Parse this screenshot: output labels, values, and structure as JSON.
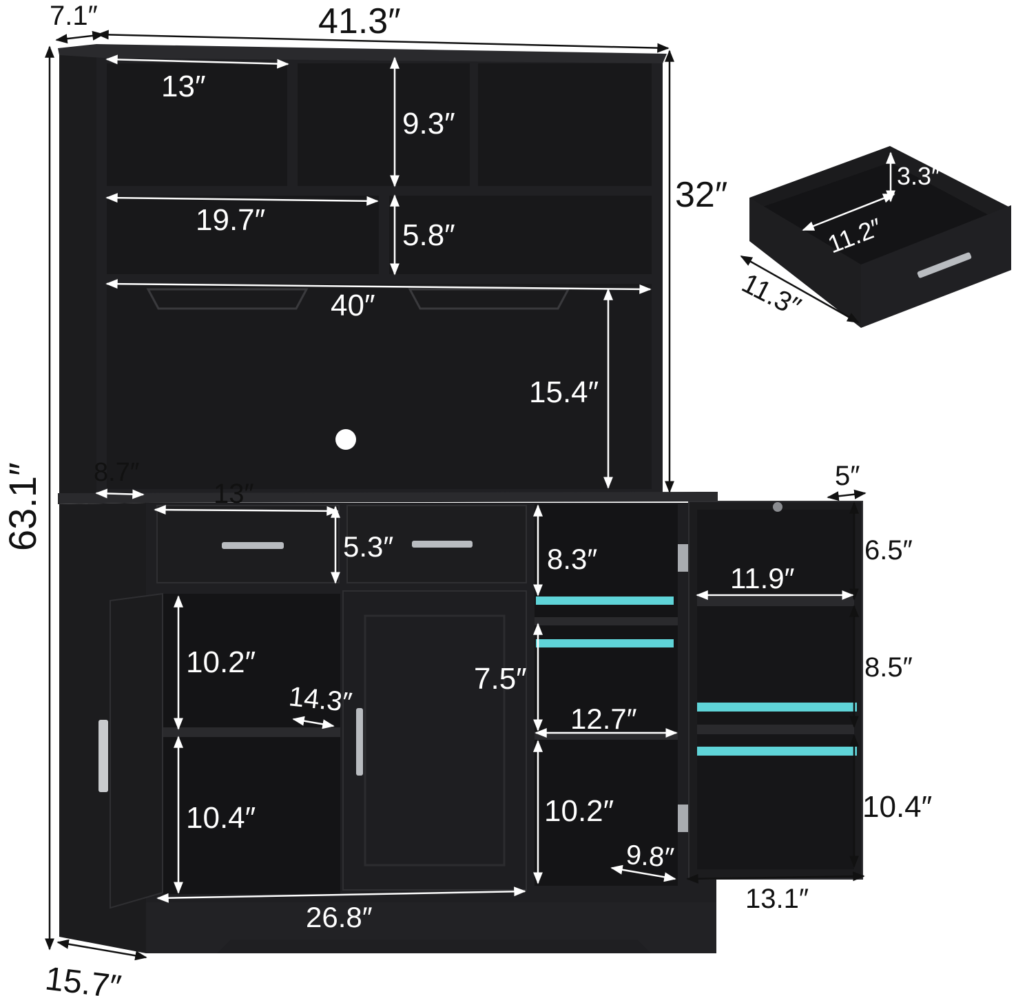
{
  "colors": {
    "cabinet": "#1e1e20",
    "cabinet_edge": "#2c2c2f",
    "interior": "#161618",
    "panel": "#232326",
    "dimension_line": "#111111",
    "dimension_line_light": "#ffffff",
    "handle": "#b9bcc0",
    "led_strip": "#5fd4d8",
    "background": "#ffffff"
  },
  "dimensions": {
    "top_depth": "7.1″",
    "overall_width": "41.3″",
    "upper_height": "32″",
    "overall_height": "63.1″",
    "bottom_depth": "15.7″",
    "cubby_width": "13″",
    "cubby_height": "9.3″",
    "mid_shelf_width": "19.7″",
    "mid_shelf_height": "5.8″",
    "open_width": "40″",
    "open_height": "15.4″",
    "counter_depth": "8.7″",
    "drawer_width": "13″",
    "drawer_height": "5.3″",
    "cab_upper_height": "10.2″",
    "cab_shelf_depth": "14.3″",
    "cab_lower_height": "10.4″",
    "cab_total_width": "26.8″",
    "right_top_height": "8.3″",
    "right_mid_height": "7.5″",
    "right_width": "12.7″",
    "right_low_height": "10.2″",
    "right_depth": "9.8″",
    "door_depth": "5″",
    "door_top_height": "6.5″",
    "door_rack_width": "11.9″",
    "door_mid_height": "8.5″",
    "door_low_height": "10.4″",
    "door_width": "13.1″",
    "drawer_detail_height": "3.3″",
    "drawer_detail_inner_width": "11.2″",
    "drawer_detail_depth": "11.3″"
  },
  "icons": {
    "cable_hole": "circle",
    "drawer_handle": "bar-handle",
    "door_hinge": "hinge",
    "led_light": "led-strip"
  }
}
